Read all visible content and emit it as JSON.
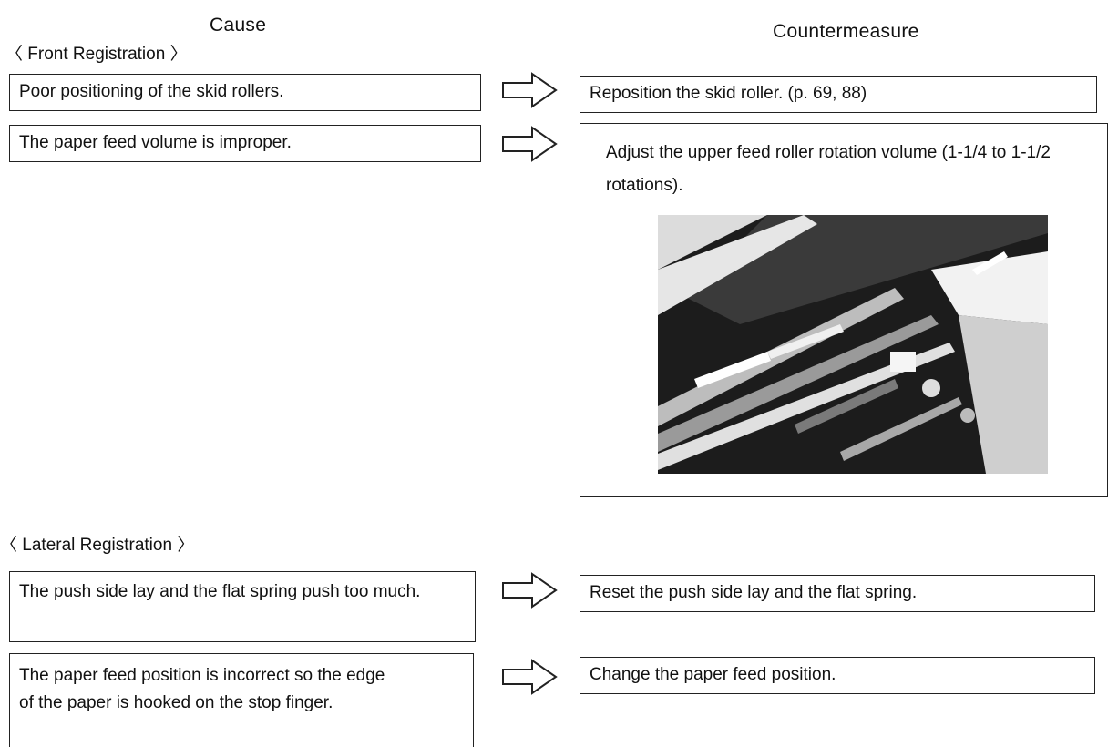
{
  "headers": {
    "cause": "Cause",
    "countermeasure": "Countermeasure"
  },
  "sections": {
    "front": {
      "title": "〈 Front Registration 〉",
      "rows": [
        {
          "cause": "Poor positioning of the skid rollers.",
          "countermeasure": "Reposition the skid roller. (p. 69, 88)"
        },
        {
          "cause": "The paper feed volume is improper.",
          "countermeasure": "Adjust the upper feed roller rotation volume (1-1/4 to 1-1/2 rotations)."
        }
      ]
    },
    "lateral": {
      "title": "〈 Lateral Registration 〉",
      "rows": [
        {
          "cause": "The push side lay and the flat spring push too much.",
          "countermeasure": "Reset the push side lay and the flat spring."
        },
        {
          "cause": "The paper feed position is incorrect so the edge of the paper is hooked on the stop finger.",
          "countermeasure": "Change the paper feed position."
        }
      ]
    }
  },
  "icons": {
    "arrow": "right-arrow-outline-icon"
  }
}
